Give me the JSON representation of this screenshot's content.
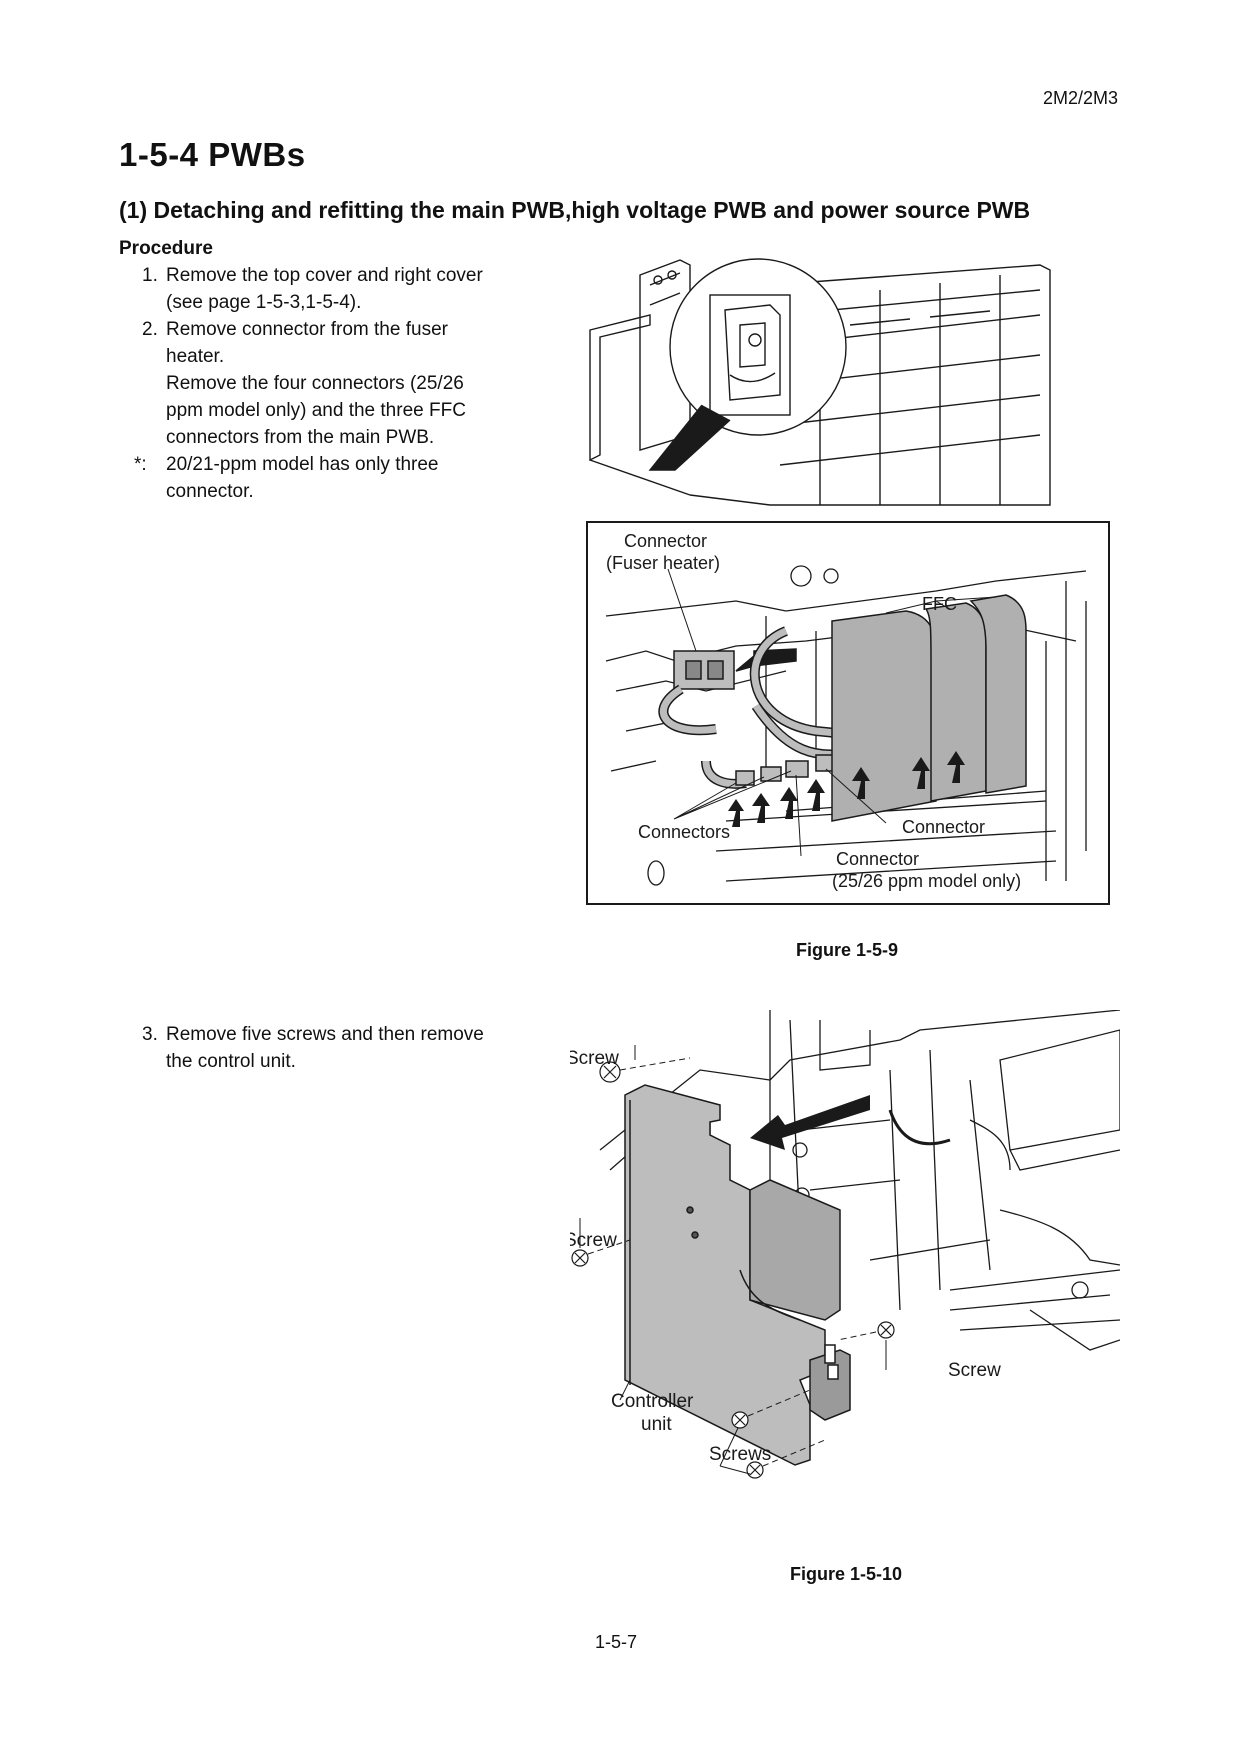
{
  "header": {
    "model_code": "2M2/2M3"
  },
  "section": {
    "title": "1-5-4   PWBs",
    "subtitle": "(1)  Detaching and refitting the main PWB,high voltage PWB and power source PWB"
  },
  "procedure": {
    "label": "Procedure",
    "steps": [
      {
        "num": "1.",
        "lines": [
          "Remove the top cover and right cover",
          "(see page 1-5-3,1-5-4)."
        ]
      },
      {
        "num": "2.",
        "lines": [
          "Remove connector from the fuser",
          "heater."
        ]
      },
      {
        "num": "3.",
        "lines": [
          "Remove five screws and then remove",
          "the control unit."
        ]
      }
    ],
    "step2_extra": [
      "Remove the four connectors (25/26",
      "ppm model only) and the three FFC",
      "connectors from the main PWB."
    ],
    "note": {
      "mark": "*:",
      "lines": [
        "20/21-ppm model has only three",
        "connector."
      ]
    }
  },
  "figure9": {
    "caption": "Figure 1-5-9",
    "labels": {
      "connector_fuser_1": "Connector",
      "connector_fuser_2": "(Fuser heater)",
      "ffc": "FFC",
      "connectors": "Connectors",
      "connector": "Connector",
      "connector_2556_1": "Connector",
      "connector_2556_2": "(25/26 ppm model only)"
    }
  },
  "figure10": {
    "caption": "Figure 1-5-10",
    "labels": {
      "screw_top": "Screw",
      "screw_left": "Screw",
      "screw_right": "Screw",
      "controller_1": "Controller",
      "controller_2": "unit",
      "screws": "Screws"
    }
  },
  "footer": {
    "page_number": "1-5-7"
  },
  "colors": {
    "part_fill": "#bdbdbd",
    "line": "#1a1a1a"
  }
}
